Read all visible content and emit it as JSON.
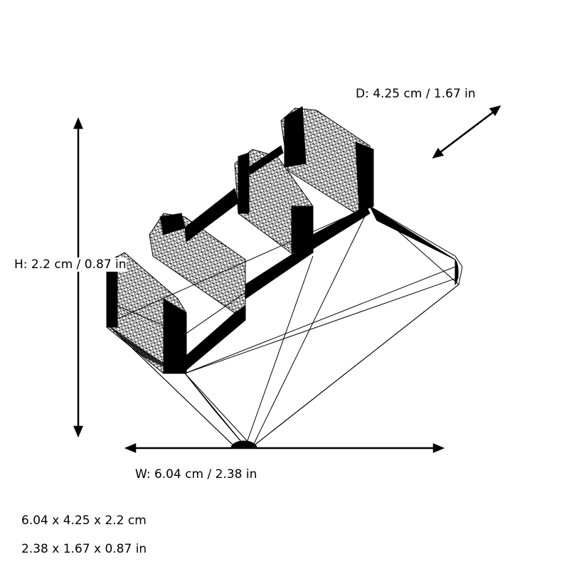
{
  "dimensions": {
    "depth_label": "D: 4.25 cm / 1.67 in",
    "height_label": "H: 2.2 cm / 0.87 in",
    "width_label": "W: 6.04 cm / 2.38 in",
    "summary_cm": "6.04 x 4.25 x 2.2 cm",
    "summary_in": "2.38 x 1.67 x 0.87 in"
  },
  "colors": {
    "line": "#000000",
    "background": "#ffffff"
  }
}
